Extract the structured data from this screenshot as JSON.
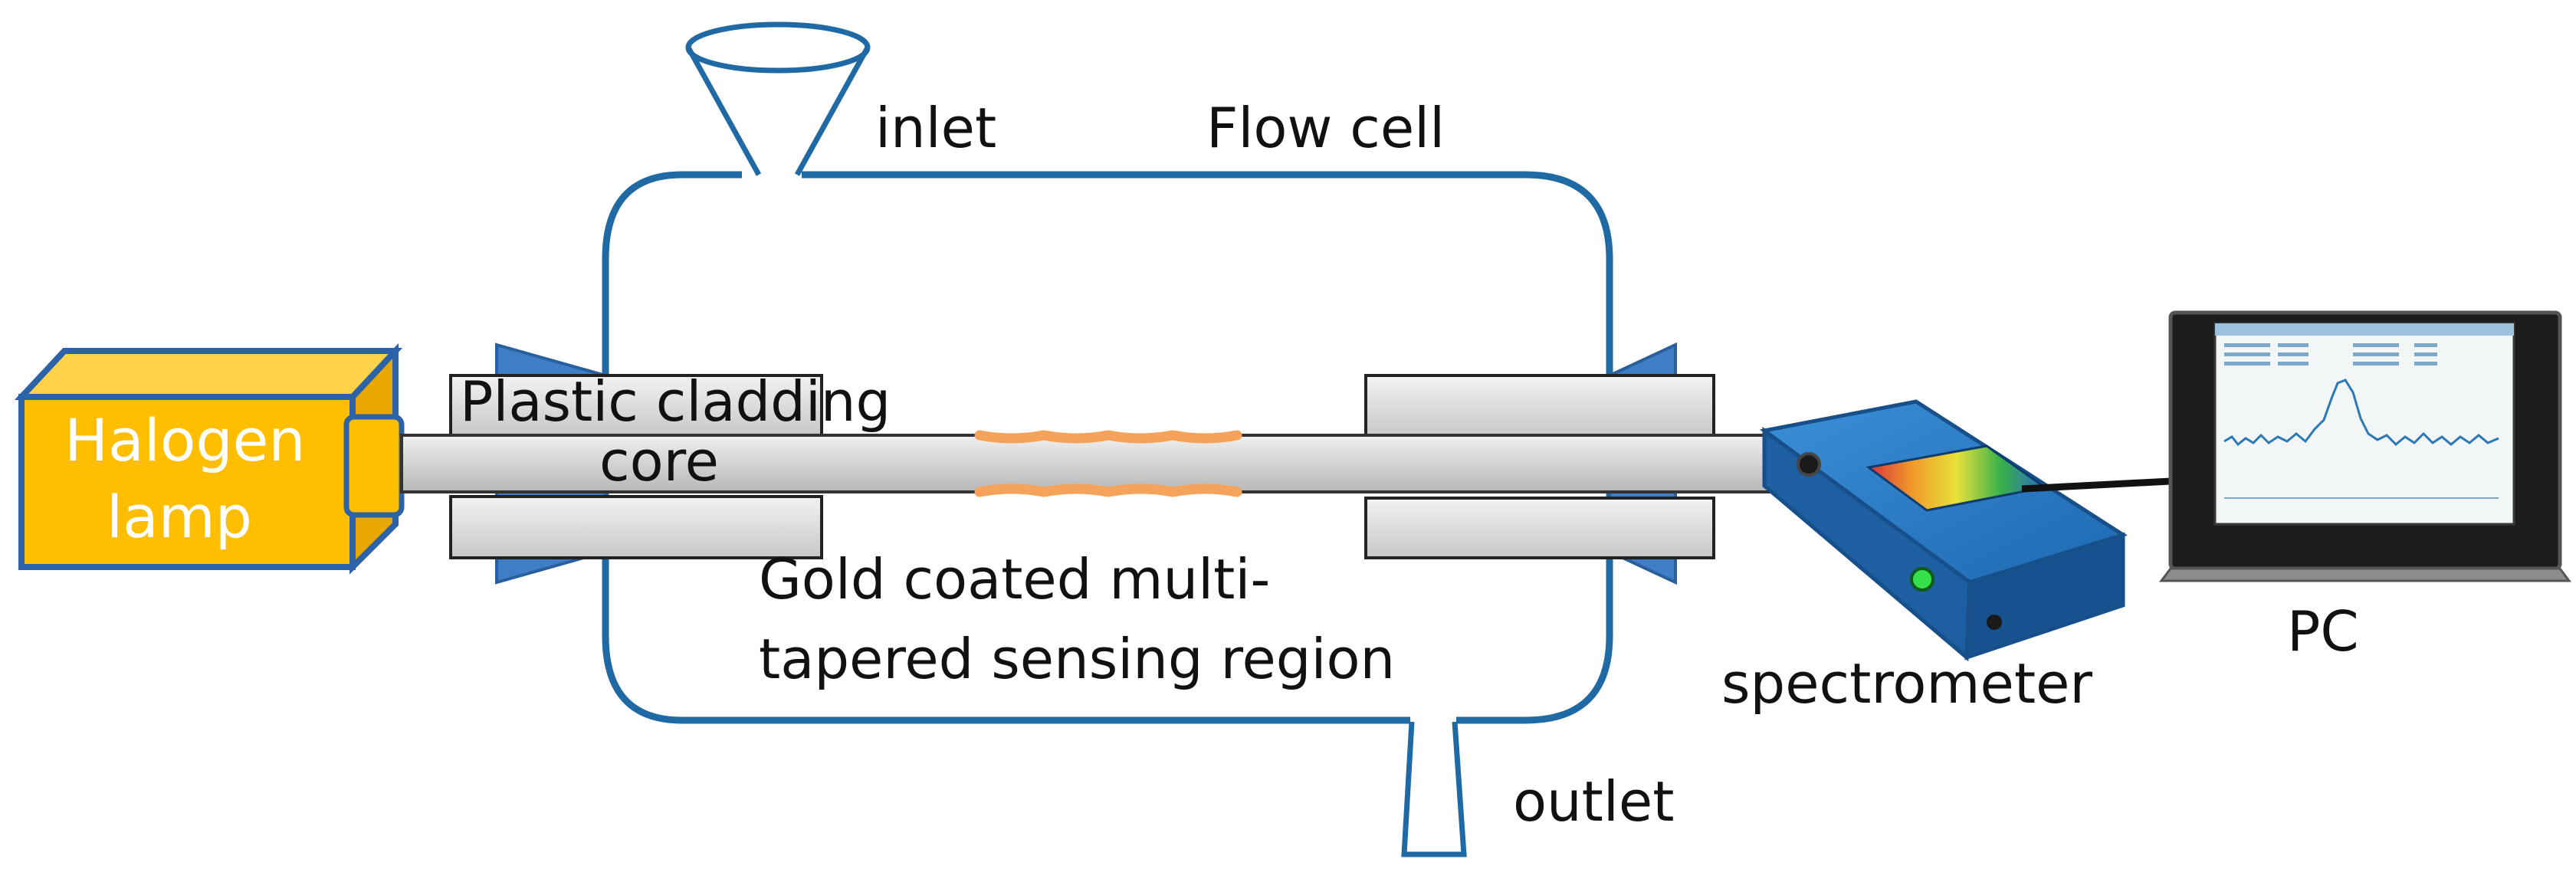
{
  "labels": {
    "inlet": "inlet",
    "flow_cell": "Flow cell",
    "halogen_lamp_line1": "Halogen",
    "halogen_lamp_line2": "lamp",
    "plastic_cladding": "Plastic cladding",
    "core": "core",
    "sensing_line1": "Gold coated multi-",
    "sensing_line2": "tapered sensing region",
    "spectrometer": "spectrometer",
    "pc": "PC",
    "outlet": "outlet"
  },
  "colors": {
    "flow_cell_outline": "#1f6aa5",
    "lamp_fill": "#ffbe00",
    "lamp_outline": "#2c62a8",
    "connector_fill": "#3f7ec7",
    "fiber_fill": "#d8d8d8",
    "gold_taper": "#f5a25a",
    "spectrometer_fill": "#2c7ec9",
    "screen_bg": "#f2f6f6",
    "spectrum_line": "#2c79b5"
  }
}
